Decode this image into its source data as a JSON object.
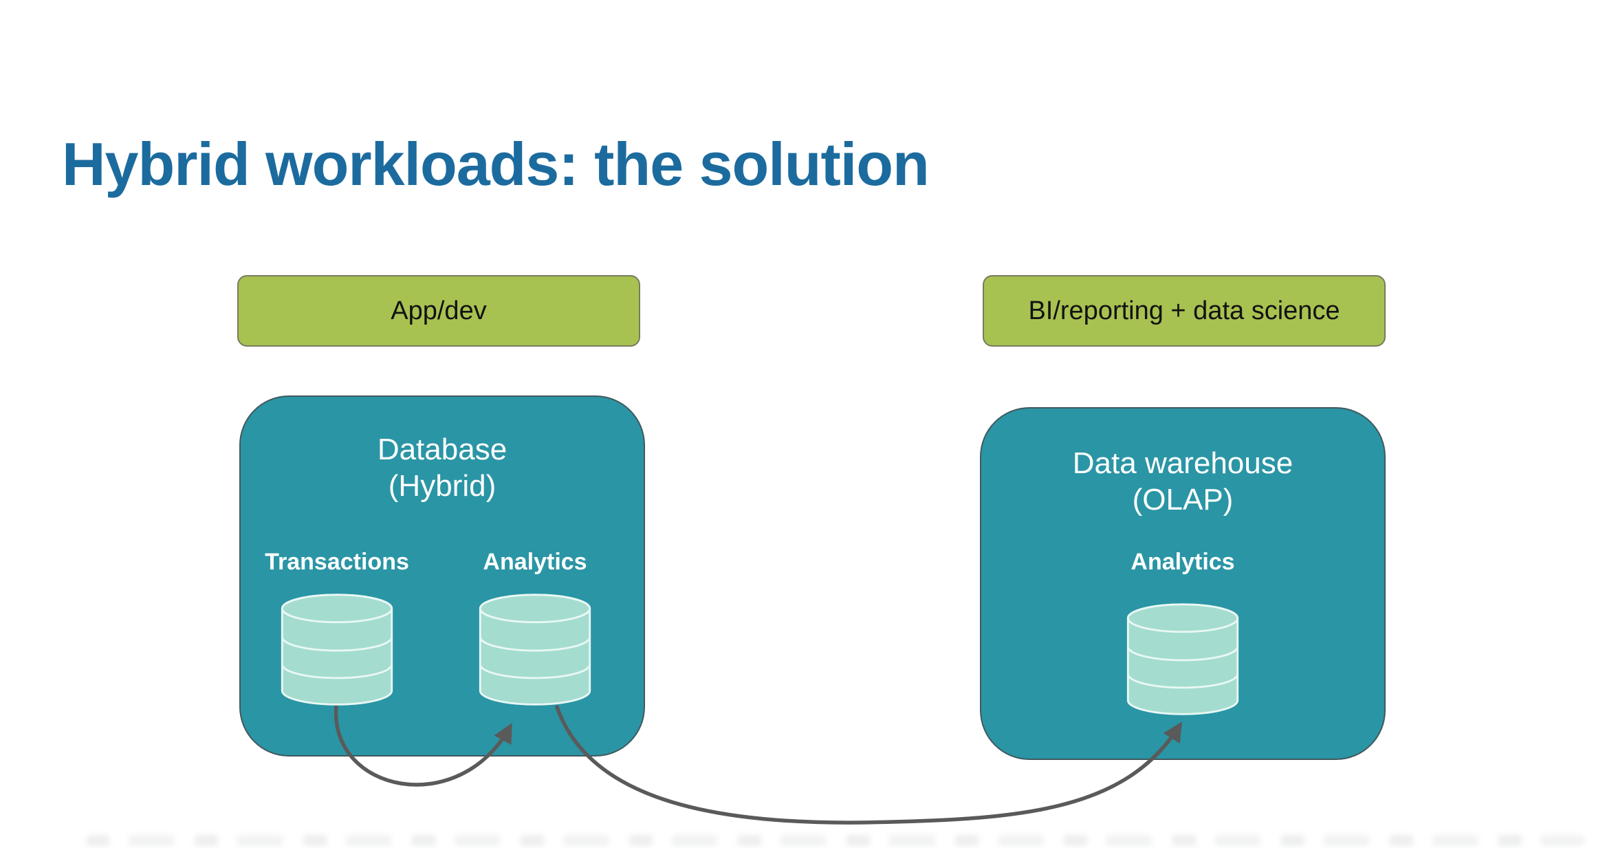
{
  "slide": {
    "title": "Hybrid workloads: the solution"
  },
  "workload_banners": {
    "left": "App/dev",
    "right": "BI/reporting + data science"
  },
  "database_box": {
    "name_line1": "Database",
    "name_line2": "(Hybrid)",
    "engines": [
      {
        "label": "Transactions"
      },
      {
        "label": "Analytics"
      }
    ]
  },
  "warehouse_box": {
    "name_line1": "Data warehouse",
    "name_line2": "(OLAP)",
    "engines": [
      {
        "label": "Analytics"
      }
    ]
  },
  "colors": {
    "title_text": "#1c6b9e",
    "banner_green": "#a8c251",
    "box_teal": "#2a95a5",
    "cylinder_mint": "#a5dcd0",
    "cylinder_stroke": "#e9f8f4",
    "arrow_gray": "#5a5a5a"
  }
}
